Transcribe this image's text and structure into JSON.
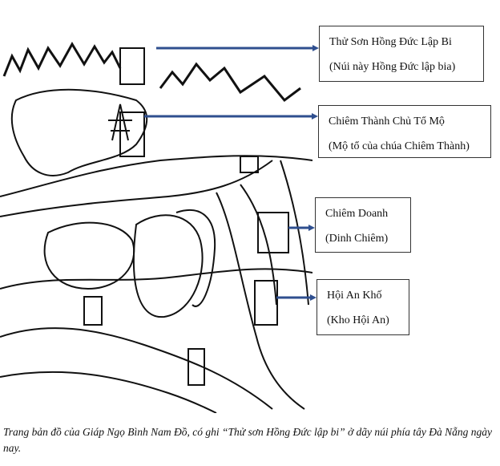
{
  "annotations": [
    {
      "title": "Thử Sơn Hồng Đức Lập Bi",
      "subtitle": "(Núi này Hồng Đức lập bia)"
    },
    {
      "title": "Chiêm Thành Chủ Tổ Mộ",
      "subtitle": "(Mộ tổ của chúa Chiêm Thành)"
    },
    {
      "title": "Chiêm Doanh",
      "subtitle": "(Dinh Chiêm)"
    },
    {
      "title": "Hội An Khố",
      "subtitle": "(Kho Hội An)"
    }
  ],
  "caption": "Trang bản đồ của Giáp Ngọ Bình Nam Đồ, có ghi “Thử sơn Hồng Đức lập bi” ở dãy núi phía tây Đà Nẵng ngày nay.",
  "colors": {
    "arrow": "#2f4f8f",
    "ink": "#111111"
  }
}
